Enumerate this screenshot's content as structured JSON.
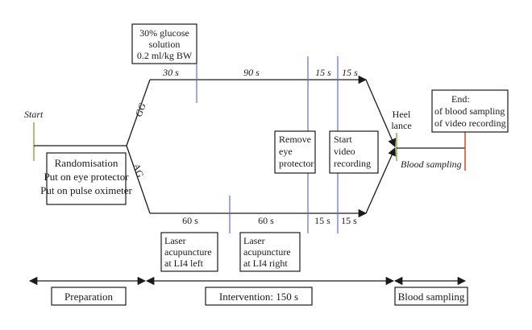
{
  "labels": {
    "start": "Start",
    "gg": "GG",
    "ag": "AG",
    "randomisation_box": [
      "Randomisation",
      "Put on eye protector",
      "Put on pulse oximeter"
    ],
    "glucose_box": [
      "30% glucose",
      "solution",
      "0.2 ml/kg BW"
    ],
    "remove_eye_box": [
      "Remove",
      "eye",
      "protector"
    ],
    "start_video_box": [
      "Start",
      "video",
      "recording"
    ],
    "laser_left_box": [
      "Laser",
      "acupuncture",
      "at LI4 left"
    ],
    "laser_right_box": [
      "Laser",
      "acupuncture",
      "at LI4 right"
    ],
    "heel_lance": [
      "Heel",
      "lance"
    ],
    "end_box": [
      "End:",
      "of blood sampling",
      "of video recording"
    ],
    "blood_sampling_italic": "Blood sampling"
  },
  "top_durations": [
    "30 s",
    "90 s",
    "15 s",
    "15 s"
  ],
  "bottom_durations": [
    "60 s",
    "60 s",
    "15 s",
    "15 s"
  ],
  "phases": {
    "preparation": "Preparation",
    "intervention": "Intervention: 150 s",
    "blood_sampling": "Blood sampling"
  },
  "colors": {
    "start_marker": "#8ab84a",
    "end_marker": "#e0502e",
    "time_markers": "#5b6fd6"
  }
}
